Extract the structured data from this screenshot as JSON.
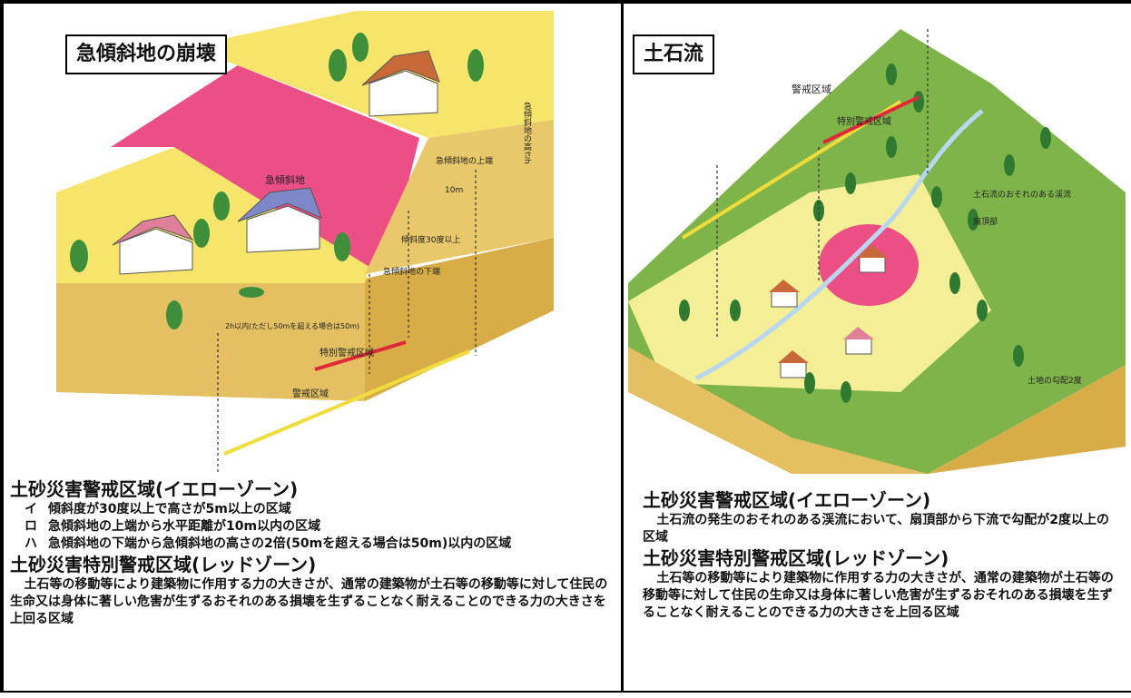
{
  "left": {
    "title": "急傾斜地の崩壊",
    "labels": {
      "slope_area": "急傾斜地",
      "top_edge": "急傾斜地の上端",
      "distance": "10m",
      "height": "急傾斜地の高さh",
      "angle": "傾斜度30度以上",
      "bottom_edge": "急傾斜地の下端",
      "range_note": "2h以内(ただし50mを超える場合は50m)",
      "special_zone": "特別警戒区域",
      "warning_zone": "警戒区域"
    },
    "yellow_heading": "土砂災害警戒区域(イエローゾーン)",
    "yellow_items": [
      {
        "mark": "イ",
        "text": "傾斜度が30度以上で高さが5m以上の区域"
      },
      {
        "mark": "ロ",
        "text": "急傾斜地の上端から水平距離が10m以内の区域"
      },
      {
        "mark": "ハ",
        "text": "急傾斜地の下端から急傾斜地の高さの2倍(50mを超える場合は50m)以内の区域"
      }
    ],
    "red_heading": "土砂災害特別警戒区域(レッドゾーン)",
    "red_text": "土石等の移動等により建築物に作用する力の大きさが、通常の建築物が土石等の移動等に対して住民の生命又は身体に著しい危害が生ずるおそれのある損壊を生ずることなく耐えることのできる力の大きさを上回る区域"
  },
  "right": {
    "title": "土石流",
    "labels": {
      "warning_zone": "警戒区域",
      "special_zone": "特別警戒区域",
      "stream": "土石流のおそれのある渓流",
      "fan_top": "扇頂部",
      "gradient": "土地の勾配2度"
    },
    "yellow_heading": "土砂災害警戒区域(イエローゾーン)",
    "yellow_text": "土石流の発生のおそれのある渓流において、扇頂部から下流で勾配が2度以上の区域",
    "red_heading": "土砂災害特別警戒区域(レッドゾーン)",
    "red_text": "土石等の移動等により建築物に作用する力の大きさが、通常の建築物が土石等の移動等に対して住民の生命又は身体に著しい危害が生ずるおそれのある損壊を生ずることなく耐えることのできる力の大きさを上回る区域"
  },
  "colors": {
    "yellow_zone": "#f6e56a",
    "red_zone": "#ec4f86",
    "ground": "#e6c35a",
    "forest": "#7fb44a",
    "arrow_red": "#e0283a",
    "arrow_yellow": "#f0dc3a"
  }
}
